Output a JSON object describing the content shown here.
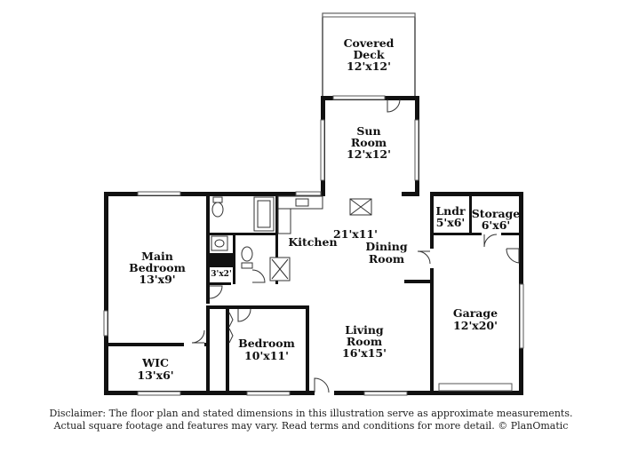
{
  "rooms": {
    "covered_deck": {
      "name_line1": "Covered",
      "name_line2": "Deck",
      "dims": "12'x12'"
    },
    "sun_room": {
      "name_line1": "Sun",
      "name_line2": "Room",
      "dims": "12'x12'"
    },
    "laundry": {
      "name": "Lndr",
      "dims": "5'x6'"
    },
    "storage": {
      "name": "Storage",
      "dims": "6'x6'"
    },
    "kitchen": {
      "name": "Kitchen"
    },
    "kitchen_dining_dims": "21'x11'",
    "dining": {
      "name_line1": "Dining",
      "name_line2": "Room"
    },
    "main_bedroom": {
      "name_line1": "Main",
      "name_line2": "Bedroom",
      "dims": "13'x9'"
    },
    "closet": {
      "dims": "3'x2'"
    },
    "garage": {
      "name": "Garage",
      "dims": "12'x20'"
    },
    "living": {
      "name_line1": "Living",
      "name_line2": "Room",
      "dims": "16'x15'"
    },
    "bedroom": {
      "name": "Bedroom",
      "dims": "10'x11'"
    },
    "wic": {
      "name": "WIC",
      "dims": "13'x6'"
    }
  },
  "disclaimer": {
    "line1": "Disclaimer: The floor plan and stated dimensions in this illustration serve as approximate measurements.",
    "line2": "Actual square footage and features may vary. Read terms and conditions for more detail. © PlanOmatic"
  }
}
